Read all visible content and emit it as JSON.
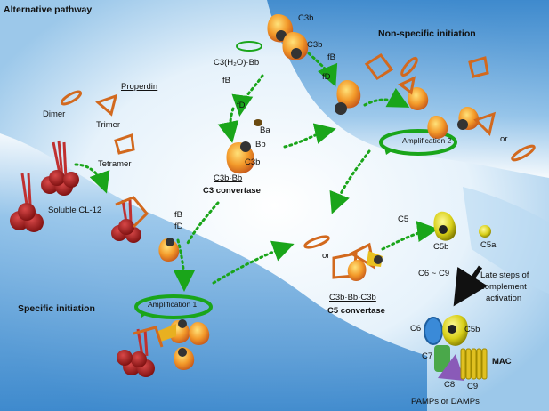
{
  "titles": {
    "alternative_pathway": "Alternative pathway",
    "non_specific_initiation": "Non-specific initiation",
    "specific_initiation": "Specific initiation"
  },
  "labels": {
    "c3b_a": "C3b",
    "c3b_b": "C3b",
    "c3h2o_bb": "C3(H₂O)·Bb",
    "fb_top_right": "fB",
    "fd_top_right": "fD",
    "fb_mid": "fB",
    "fd_mid": "fD",
    "properdin": "Properdin",
    "dimer": "Dimer",
    "trimer": "Trimer",
    "tetramer": "Tetramer",
    "soluble_cl12": "Soluble CL-12",
    "ba": "Ba",
    "bb": "Bb",
    "c3b_conv": "C3b",
    "c3b_bb": "C3b·Bb",
    "c3_convertase": "C3 convertase",
    "amplification_2": "Amplification 2",
    "or_right": "or",
    "fb_left": "fB",
    "fd_left": "fD",
    "c5": "C5",
    "c5b": "C5b",
    "c5a": "C5a",
    "or_c5": "or",
    "c3b_bb_c3b": "C3b·Bb·C3b",
    "c5_convertase": "C5 convertase",
    "c6_c9": "C6 ~ C9",
    "late_steps": "Late steps of",
    "complement": "complement",
    "activation": "activation",
    "amplification_1": "Amplification 1",
    "c6": "C6",
    "c5b_mac": "C5b",
    "c7": "C7",
    "c8": "C8",
    "c9": "C9",
    "mac": "MAC",
    "pamps_damps": "PAMPs or DAMPs"
  },
  "colors": {
    "arrow_green": "#1aa51a",
    "c3b_orange": "#f0902a",
    "c5b_yellow": "#d8d020",
    "properdin_orange": "#d2691e",
    "cl12_red": "#a01818",
    "membrane_blue": "#5aa0d8",
    "c6_blue": "#3a8ad8",
    "c7_green": "#4aa84a",
    "c8_purple": "#8a5ab8",
    "c9_yellow": "#e0c020"
  }
}
